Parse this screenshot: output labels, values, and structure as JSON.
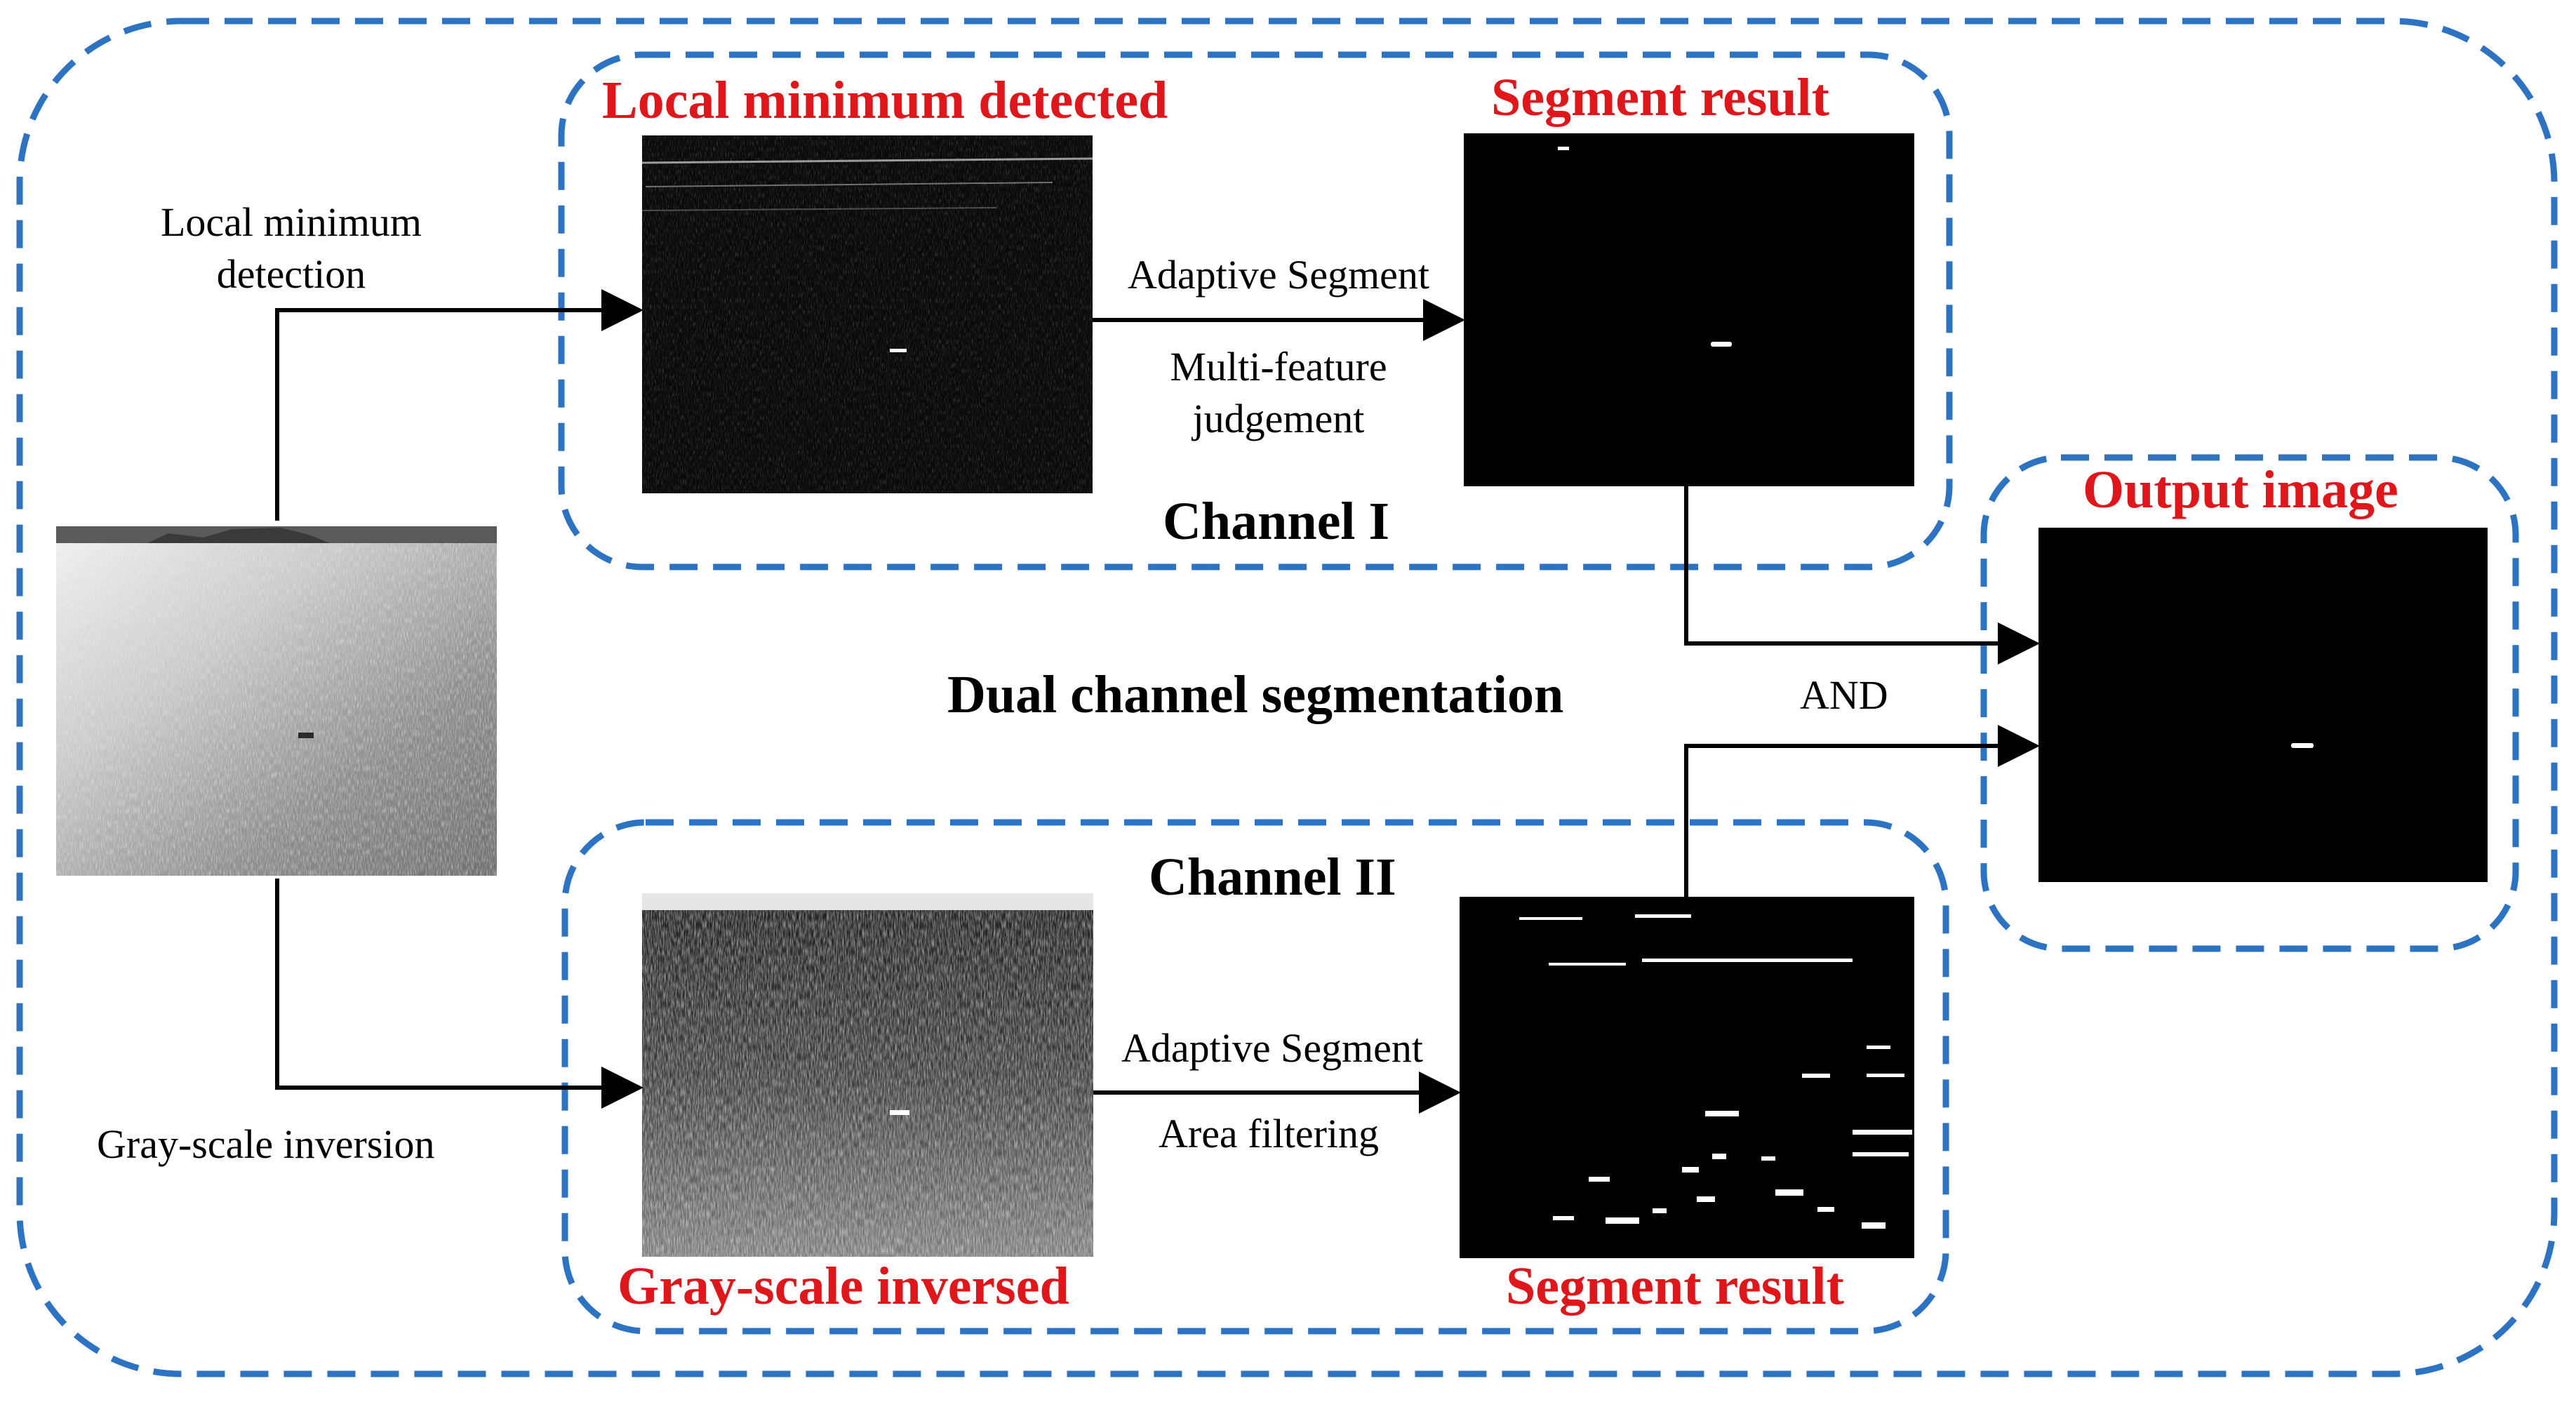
{
  "diagram": {
    "title": "Dual channel segmentation",
    "colors": {
      "frame": "#2d73c4",
      "accent_text": "#e0161b",
      "arrow": "#000000",
      "panel_bg": "#000000"
    },
    "input_image": {
      "name": "input-sea-image"
    },
    "channel1": {
      "name": "Channel I",
      "step_label": [
        "Local minimum",
        "detection"
      ],
      "stage1_caption": "Local minimum detected",
      "ops": [
        "Adaptive Segment",
        "Multi-feature",
        "judgement"
      ],
      "stage2_caption": "Segment result"
    },
    "channel2": {
      "name": "Channel II",
      "step_label": "Gray-scale inversion",
      "stage1_caption": "Gray-scale inversed",
      "ops": [
        "Adaptive Segment",
        "Area filtering"
      ],
      "stage2_caption": "Segment result"
    },
    "combine": {
      "op": "AND",
      "caption": "Output image"
    }
  }
}
